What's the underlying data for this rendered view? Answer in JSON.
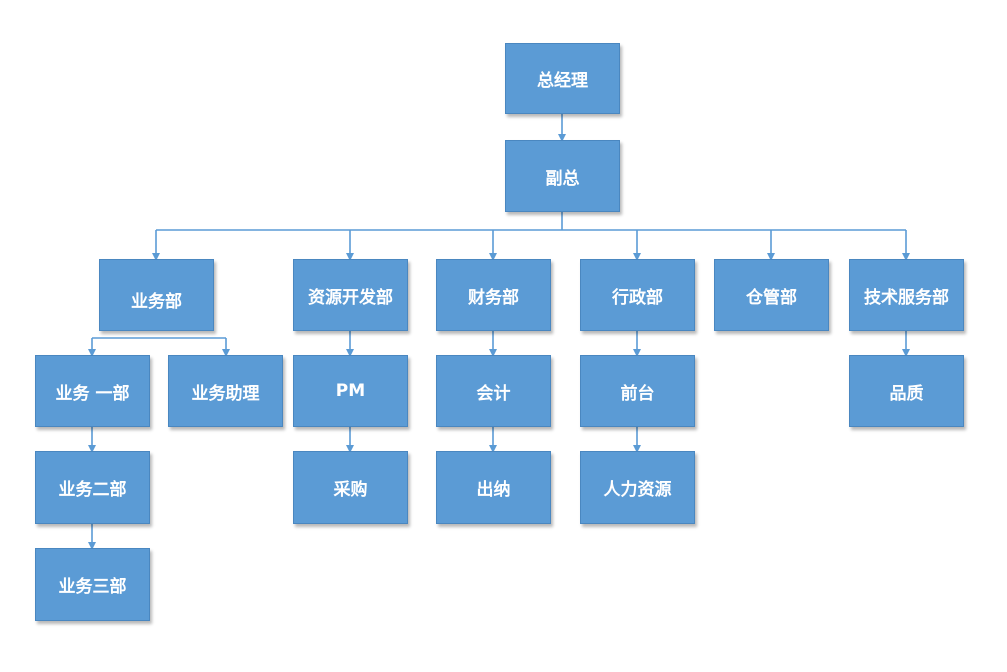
{
  "nodes": {
    "ceo": "总经理",
    "vp": "副总",
    "sales": "业务部",
    "resource_dev": "资源开发部",
    "finance": "财务部",
    "admin": "行政部",
    "warehouse": "仓管部",
    "tech_service": "技术服务部",
    "sales_1": "业务 一部",
    "sales_assistant": "业务助理",
    "sales_2": "业务二部",
    "sales_3": "业务三部",
    "pm": "PM",
    "procurement": "采购",
    "accounting": "会计",
    "cashier": "出纳",
    "reception": "前台",
    "hr": "人力资源",
    "quality": "品质"
  },
  "colors": {
    "box_fill": "#5b9bd5",
    "connector": "#5b9bd5",
    "text": "#ffffff"
  }
}
